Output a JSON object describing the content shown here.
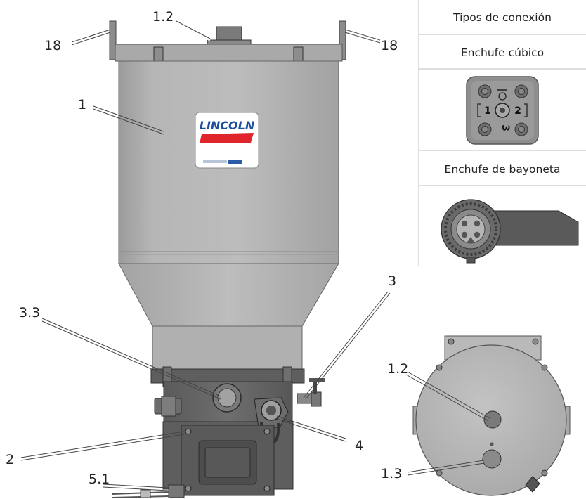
{
  "panel": {
    "connection_types": "Tipos de conexión",
    "cube_plug": "Enchufe cúbico",
    "bayonet_plug": "Enchufe de bayoneta",
    "cube_pin_1": "1",
    "cube_pin_2": "2",
    "cube_pin_3": "3"
  },
  "brand": {
    "logo_text": "LINCOLN",
    "brand_colors": {
      "blue": "#1c4fa0",
      "red": "#e0242c"
    }
  },
  "callouts": {
    "c1_2_top": "1.2",
    "c18_left": "18",
    "c18_right": "18",
    "c1": "1",
    "c3_3": "3.3",
    "c3": "3",
    "c4": "4",
    "c2": "2",
    "c5_1": "5.1",
    "c1_2_side": "1.2",
    "c1_3": "1.3"
  }
}
